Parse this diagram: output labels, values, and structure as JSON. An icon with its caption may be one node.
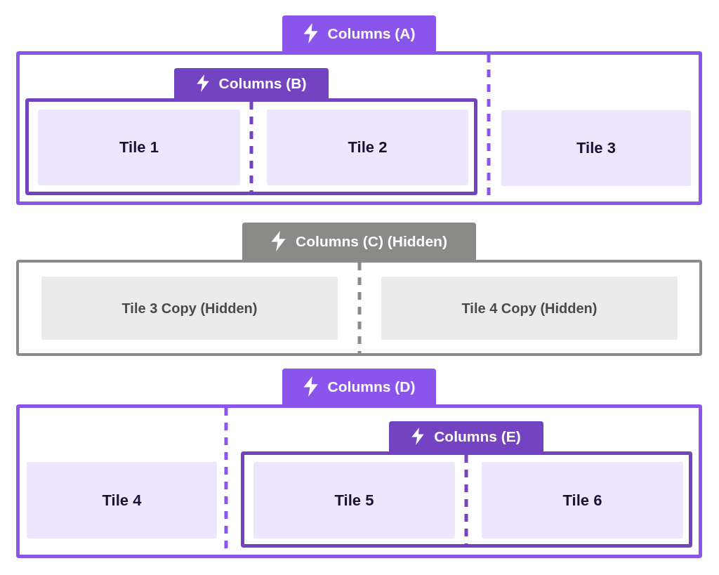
{
  "diagram": {
    "nodes": [
      {
        "text": [
          "Columns (A)"
        ]
      },
      {
        "text": [
          "Columns (B)"
        ],
        "in": 0
      },
      {
        "text": [
          "Tile 1"
        ],
        "in": 1
      },
      {
        "text": [
          "Tile 2"
        ],
        "in": 1
      },
      {
        "text": [
          "Tile 3"
        ],
        "in": 0
      },
      {
        "text": [
          "Columns (C) (Hidden)"
        ]
      },
      {
        "text": [
          "Tile 3 Copy (Hidden)"
        ],
        "in": 5
      },
      {
        "text": [
          "Tile 4 Copy (Hidden)"
        ],
        "in": 5
      },
      {
        "text": [
          "Columns (D)"
        ]
      },
      {
        "text": [
          "Tile 4"
        ],
        "in": 8
      },
      {
        "text": [
          "Columns (E)"
        ],
        "in": 8
      },
      {
        "text": [
          "Tile 5"
        ],
        "in": 10
      },
      {
        "text": [
          "Tile 6"
        ],
        "in": 10
      }
    ]
  }
}
